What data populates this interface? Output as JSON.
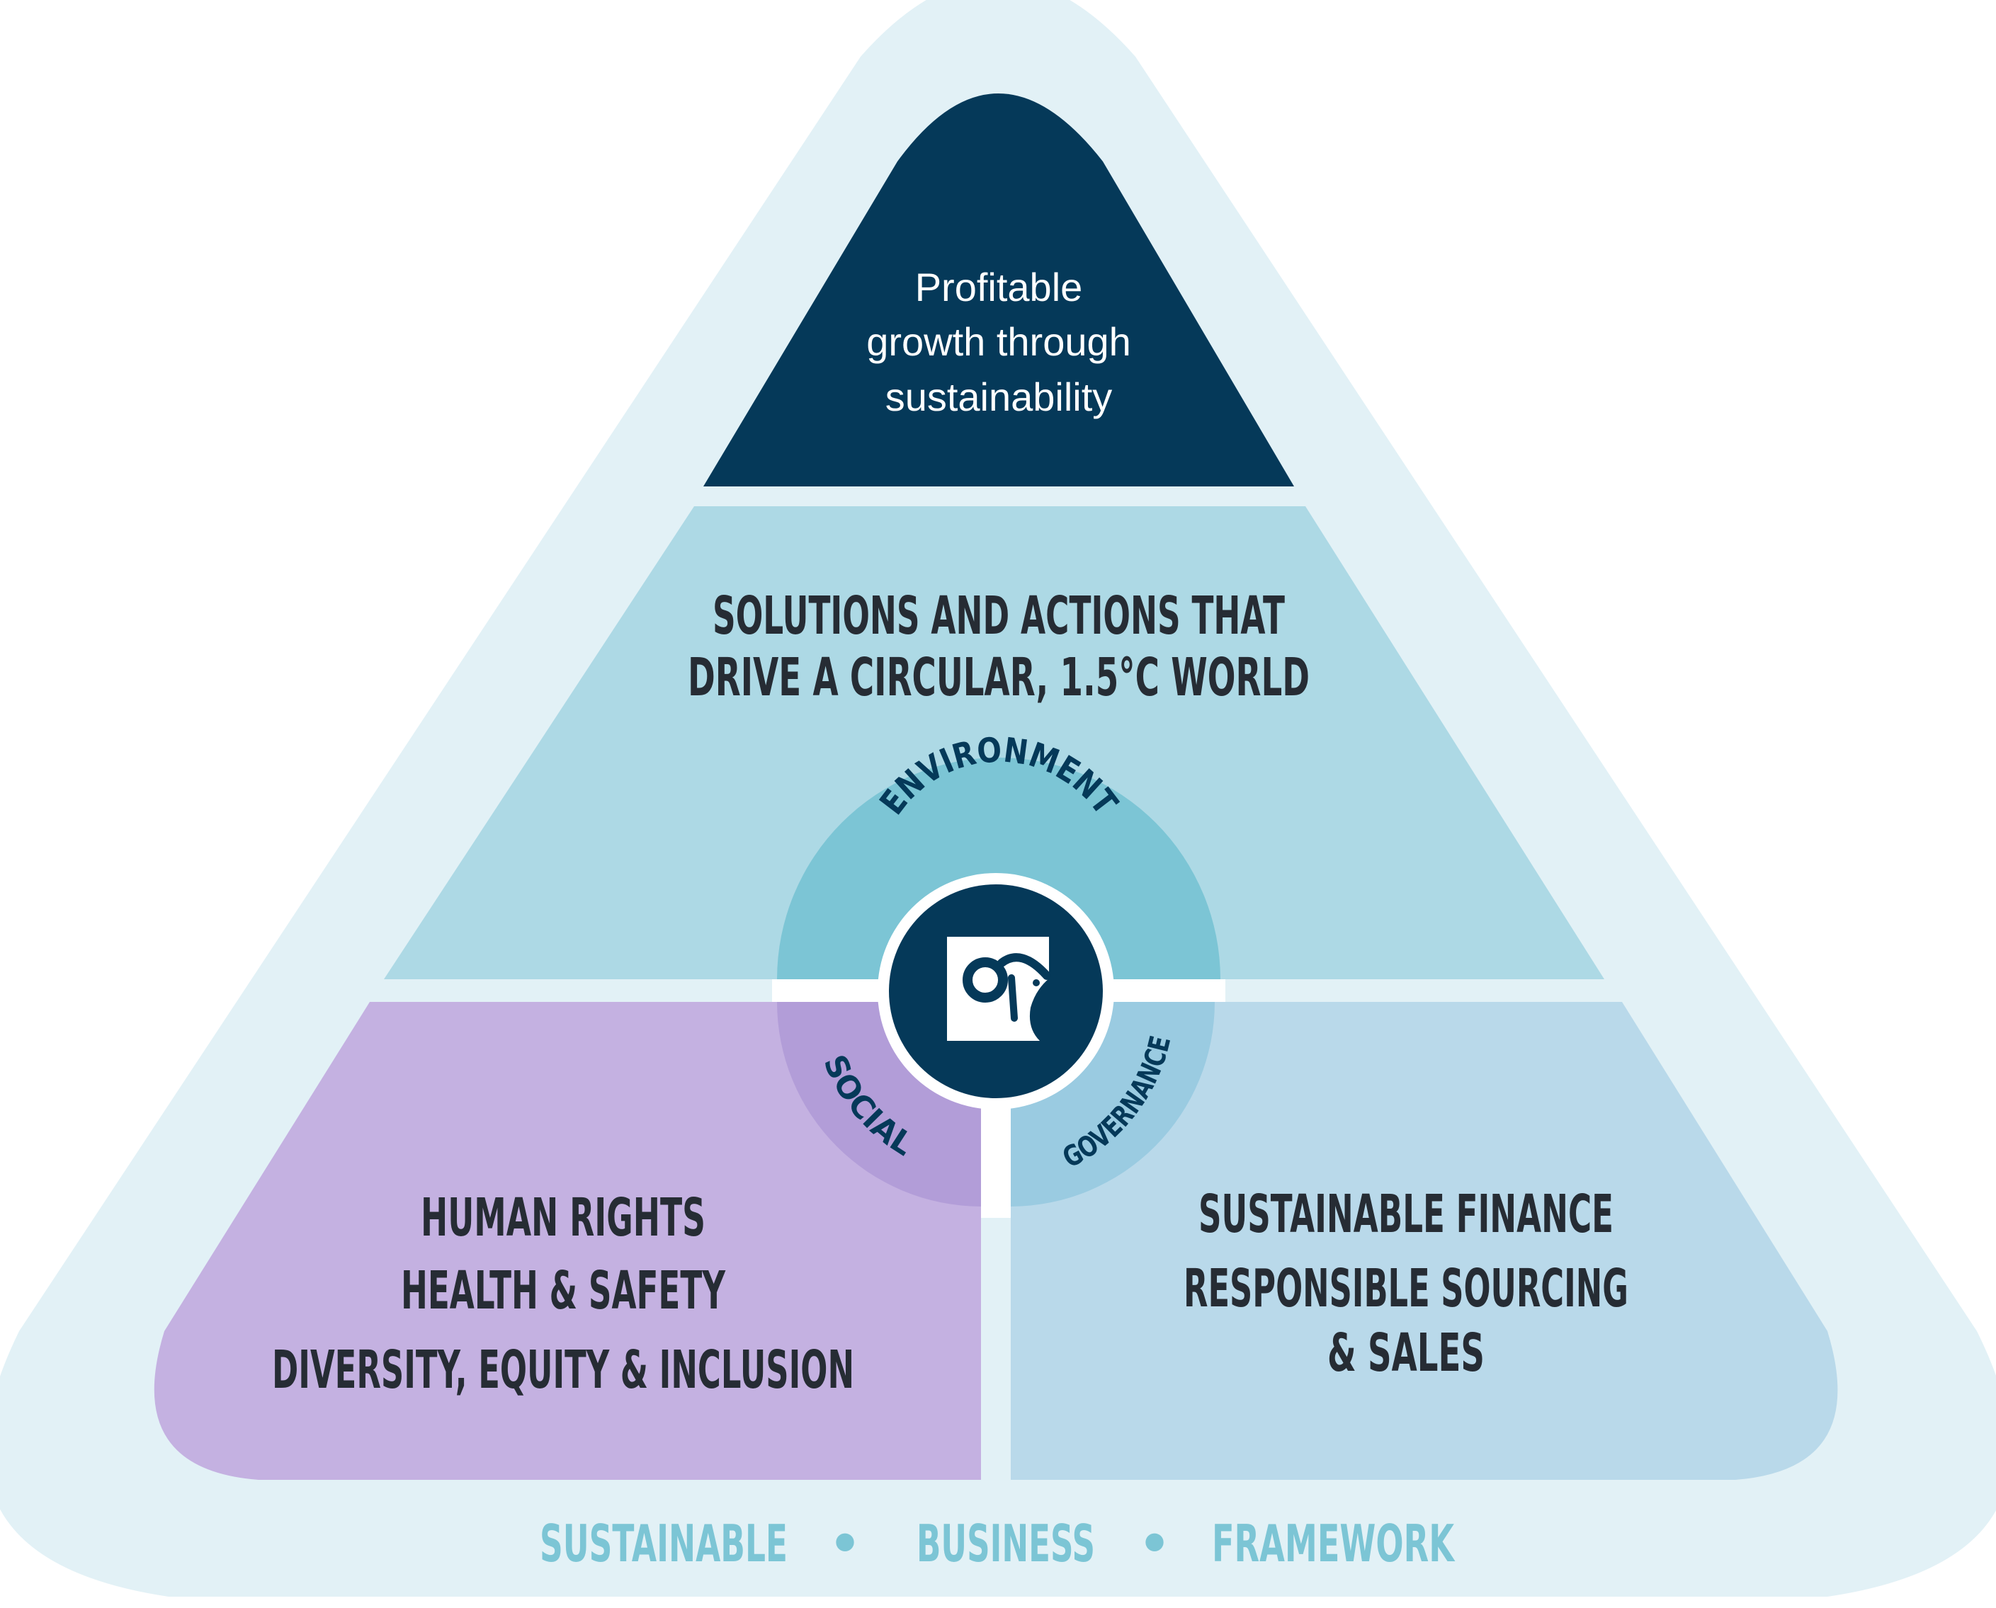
{
  "top_tier": {
    "lines": [
      "Profitable",
      "growth through",
      "sustainability"
    ]
  },
  "middle_tier": {
    "lines": [
      "SOLUTIONS AND ACTIONS THAT",
      "DRIVE A CIRCULAR, 1.5°C WORLD"
    ]
  },
  "left_tier": {
    "lines": [
      "HUMAN RIGHTS",
      "HEALTH & SAFETY",
      "DIVERSITY, EQUITY & INCLUSION"
    ]
  },
  "right_tier": {
    "lines": [
      "SUSTAINABLE FINANCE",
      "RESPONSIBLE SOURCING",
      "& SALES"
    ]
  },
  "hub": {
    "environment": "ENVIRONMENT",
    "social": "SOCIAL",
    "governance": "GOVERNANCE",
    "logo": "logo-icon"
  },
  "footer": {
    "words": [
      "SUSTAINABLE",
      "BUSINESS",
      "FRAMEWORK"
    ],
    "separator": "•"
  },
  "colors": {
    "outer": "#e2f1f6",
    "top": "#053959",
    "middle": "#add9e5",
    "left": "#c4b1e1",
    "right": "#b9d9ea",
    "environment_ring": "#7cc5d5",
    "social_ring": "#b29dd8",
    "governance_ring": "#9acbe1",
    "hub": "#053959",
    "dark_text": "#262c34",
    "footer_text": "#7cc5d5"
  }
}
